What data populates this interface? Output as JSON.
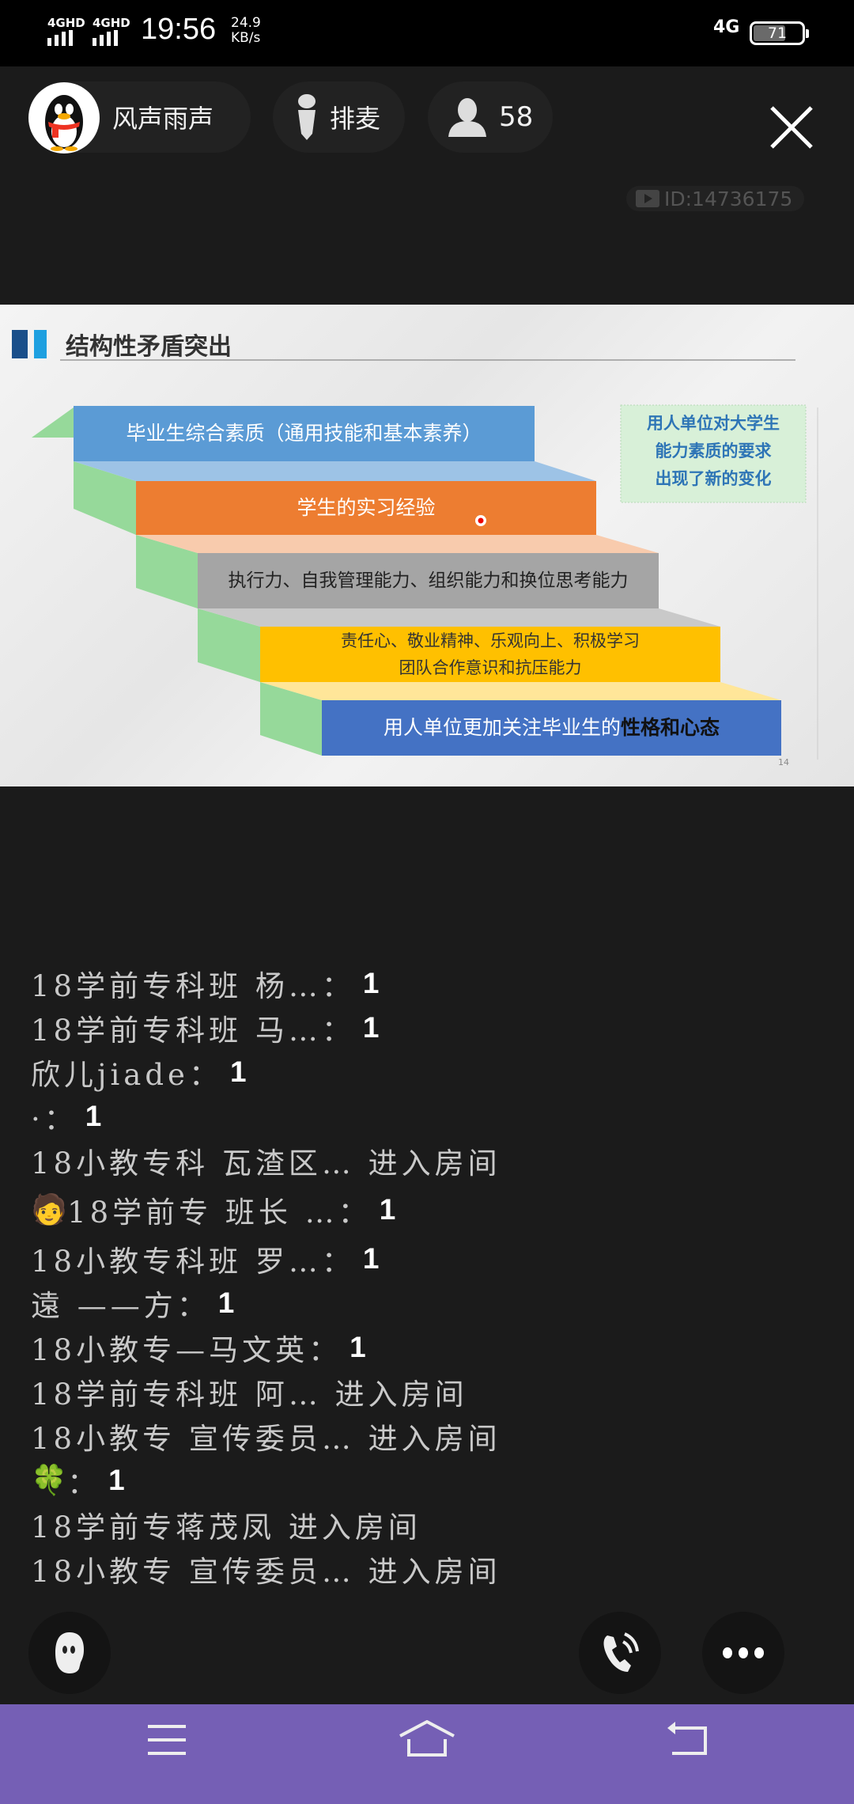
{
  "status_bar": {
    "sim1": "4GHD",
    "sim2": "4GHD",
    "time": "19:56",
    "speed_value": "24.9",
    "speed_unit": "KB/s",
    "network": "4G",
    "battery": "71"
  },
  "header": {
    "host_name": "风声雨声",
    "queue_label": "排麦",
    "audience_count": "58",
    "room_id": "ID:14736175"
  },
  "slide": {
    "title": "结构性矛盾突出",
    "steps": [
      "毕业生综合素质（通用技能和基本素养）",
      "学生的实习经验",
      "执行力、自我管理能力、组织能力和换位思考能力",
      "责任心、敬业精神、乐观向上、积极学习",
      "团队合作意识和抗压能力",
      "用人单位更加关注毕业生的",
      "性格和心态"
    ],
    "side_note": [
      "用人单位对大学生",
      "能力素质的要求",
      "出现了新的变化"
    ],
    "page_number": "14",
    "colors": {
      "step1": "#5b9bd5",
      "step2": "#ed7d31",
      "step3": "#a5a5a5",
      "step4": "#ffc000",
      "step5": "#4472c4",
      "side": "#96d99a"
    }
  },
  "chat": [
    {
      "text": "18学前专科班 杨…：",
      "count": "1"
    },
    {
      "text": "18学前专科班 马…：",
      "count": "1"
    },
    {
      "text": "欣儿jiade：",
      "count": "1"
    },
    {
      "text": "·：",
      "count": "1"
    },
    {
      "text": "18小教专科 瓦渣区… 进入房间"
    },
    {
      "text": "18学前专 班长 …：",
      "count": "1",
      "emoji": "🧑"
    },
    {
      "text": "18小教专科班 罗…：",
      "count": "1"
    },
    {
      "text": "遠 ——方：",
      "count": "1"
    },
    {
      "text": "18小教专—马文英：",
      "count": "1"
    },
    {
      "text": "18学前专科班 阿… 进入房间"
    },
    {
      "text": "18小教专 宣传委员… 进入房间"
    },
    {
      "text": "：",
      "count": "1",
      "emoji": "🍀"
    },
    {
      "text": "18学前专蒋茂凤 进入房间"
    },
    {
      "text": "18小教专 宣传委员… 进入房间"
    }
  ],
  "nav_color": "#755fb5"
}
